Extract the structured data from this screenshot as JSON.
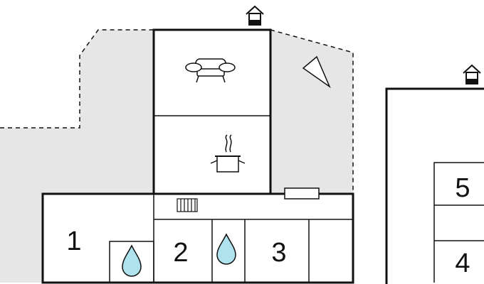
{
  "floorplan": {
    "rooms": [
      {
        "label": "1"
      },
      {
        "label": "2"
      },
      {
        "label": "3"
      },
      {
        "label": "5"
      },
      {
        "label": "4"
      }
    ],
    "icons": [
      "entrance-icon",
      "sofa-icon",
      "cooking-pot-icon",
      "radiator-icon",
      "water-drop-icon",
      "north-arrow-icon"
    ],
    "colors": {
      "walls": "#111111",
      "terrace": "#e6e6e6",
      "water": "#aee3ee"
    }
  }
}
